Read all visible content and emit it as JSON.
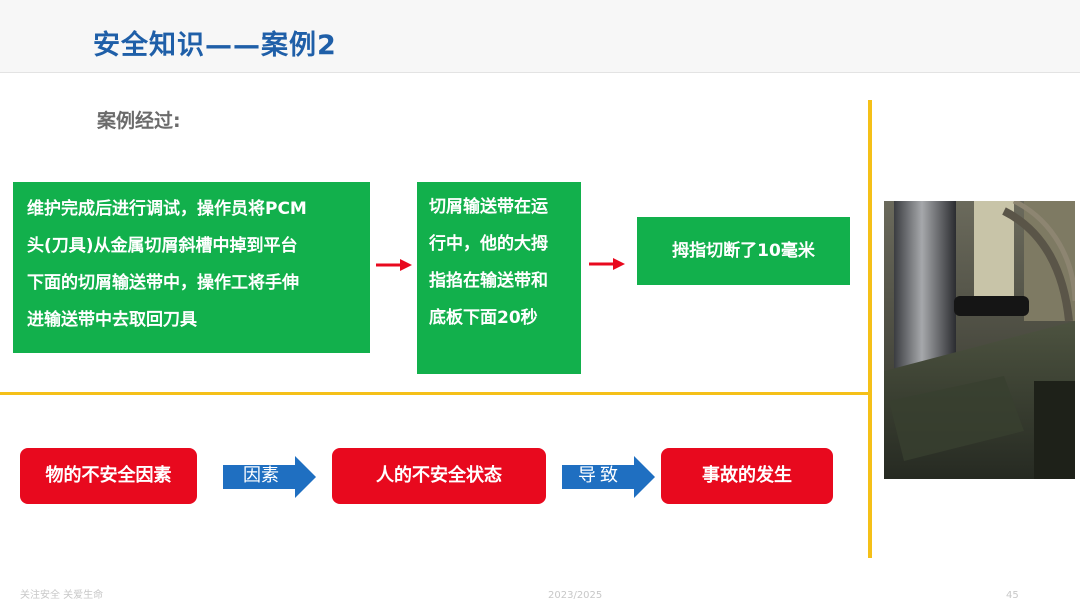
{
  "slide": {
    "title": "安全知识——案例2",
    "subtitle": "案例经过:"
  },
  "flow": {
    "step1": [
      "维护完成后进行调试，操作员将PCM",
      "头(刀具)从金属切屑斜槽中掉到平台",
      "下面的切屑输送带中，操作工将手伸",
      "进输送带中去取回刀具"
    ],
    "step2": [
      "切屑输送带在运",
      "行中，他的大拇",
      "指掐在输送带和",
      "底板下面20秒"
    ],
    "step3": "拇指切断了10毫米"
  },
  "causes": {
    "item1": "物的不安全因素",
    "arrow1": "因素",
    "item2": "人的不安全状态",
    "arrow2": "导致",
    "item3": "事故的发生"
  },
  "footer": {
    "left": "关注安全  关爱生命",
    "center": "2023/2025",
    "right": "45"
  },
  "colors": {
    "title": "#1f5fa8",
    "green_box": "#12b04c",
    "red_box": "#e8091e",
    "blue_arrow": "#1f6fc1",
    "divider": "#f5c018"
  },
  "image": {
    "description_icon": "photo-icon"
  }
}
